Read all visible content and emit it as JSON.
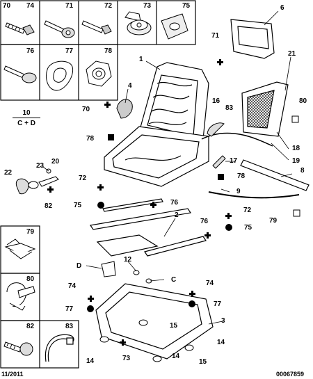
{
  "footer": {
    "date": "11/2011",
    "ref": "00067859"
  },
  "legend": {
    "number": "10",
    "sub": "C + D"
  },
  "top_cells": [
    "70",
    "74",
    "71",
    "72",
    "73",
    "75",
    "76",
    "77",
    "78"
  ],
  "left_cells": [
    "79",
    "80",
    "82",
    "83"
  ],
  "callouts": [
    "6",
    "71",
    "1",
    "21",
    "4",
    "70",
    "16",
    "83",
    "80",
    "78",
    "18",
    "19",
    "17",
    "78",
    "8",
    "9",
    "20",
    "22",
    "23",
    "82",
    "72",
    "75",
    "76",
    "2",
    "72",
    "75",
    "76",
    "79",
    "D",
    "12",
    "C",
    "74",
    "77",
    "74",
    "77",
    "3",
    "15",
    "14",
    "73",
    "14",
    "15",
    "14"
  ]
}
